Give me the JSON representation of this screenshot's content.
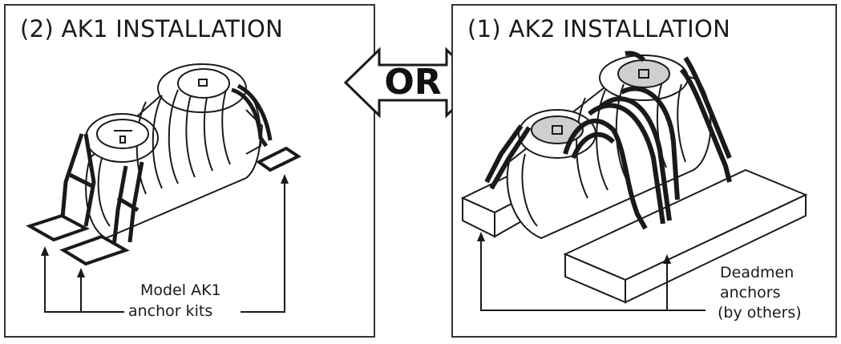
{
  "left_panel": {
    "title": "(2) AK1 INSTALLATION",
    "callout_line1": "Model AK1",
    "callout_line2": "anchor kits"
  },
  "connector": {
    "label": "OR"
  },
  "right_panel": {
    "title": "(1) AK2 INSTALLATION",
    "callout_line1": "Deadmen",
    "callout_line2": "anchors",
    "callout_line3": "(by others)"
  },
  "colors": {
    "line": "#1a1a1a",
    "tank_fill": "#ffffff",
    "lid_fill": "#cfcfcf",
    "strap": "#1a1a1a"
  }
}
